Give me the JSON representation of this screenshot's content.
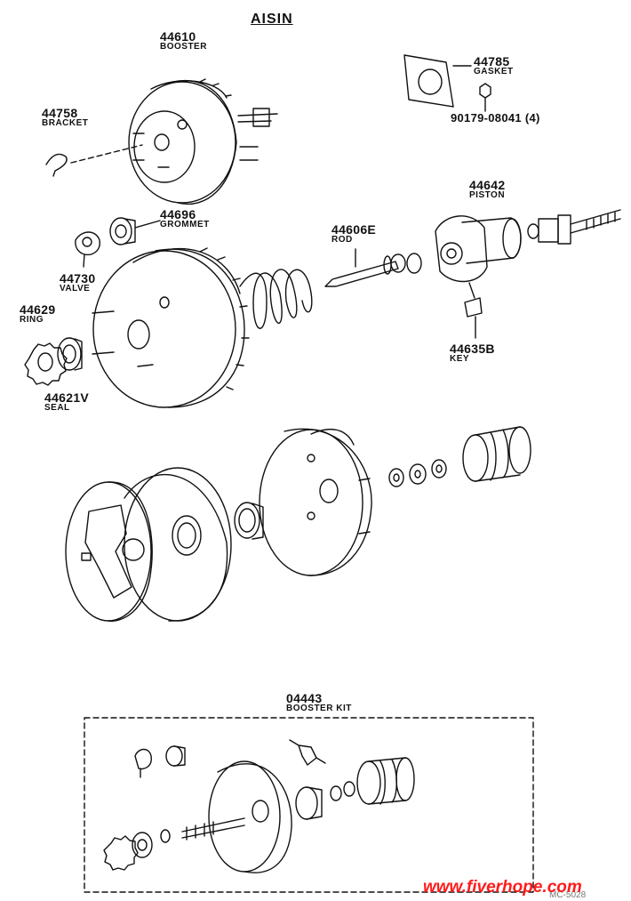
{
  "brand": "AISIN",
  "parts": [
    {
      "number": "44610",
      "name": "BOOSTER"
    },
    {
      "number": "44785",
      "name": "GASKET"
    },
    {
      "number": "90179-08041 (4)",
      "name": ""
    },
    {
      "number": "44758",
      "name": "BRACKET"
    },
    {
      "number": "44642",
      "name": "PISTON"
    },
    {
      "number": "44696",
      "name": "GROMMET"
    },
    {
      "number": "44606E",
      "name": "ROD"
    },
    {
      "number": "44730",
      "name": "VALVE"
    },
    {
      "number": "44629",
      "name": "RING"
    },
    {
      "number": "44635B",
      "name": "KEY"
    },
    {
      "number": "44621V",
      "name": "SEAL"
    },
    {
      "number": "04443",
      "name": "BOOSTER KIT"
    }
  ],
  "watermark": "www.fiverhope.com",
  "figure_code": "MC-5028"
}
